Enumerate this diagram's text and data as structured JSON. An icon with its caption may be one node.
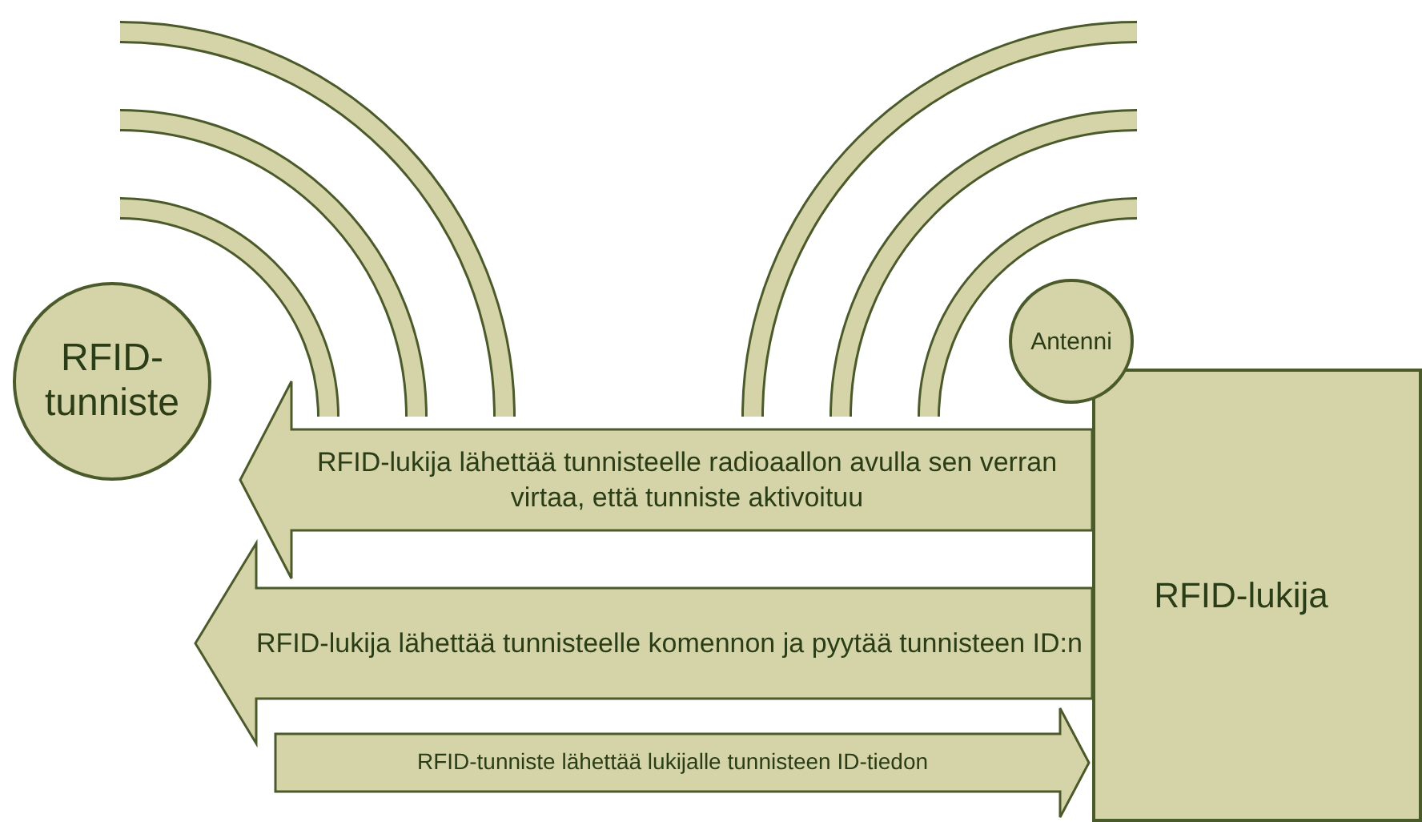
{
  "diagram": {
    "nodes": [
      {
        "text": [
          "RFID-tunniste"
        ]
      },
      {
        "text": [
          "Antenni"
        ]
      },
      {
        "text": [
          "RFID-lukija"
        ]
      }
    ],
    "edges": [
      {
        "from": 2,
        "to": 0,
        "arrow": "to",
        "label": "RFID-lukija lähettää tunnisteelle radioaallon avulla sen verran virtaa, että tunniste aktivoituu"
      },
      {
        "from": 2,
        "to": 0,
        "arrow": "to",
        "label": "RFID-lukija lähettää tunnisteelle komennon ja pyytää tunnisteen ID:n"
      },
      {
        "from": 0,
        "to": 2,
        "arrow": "to",
        "label": "RFID-tunniste lähettää lukijalle tunnisteen ID-tiedon"
      }
    ]
  }
}
